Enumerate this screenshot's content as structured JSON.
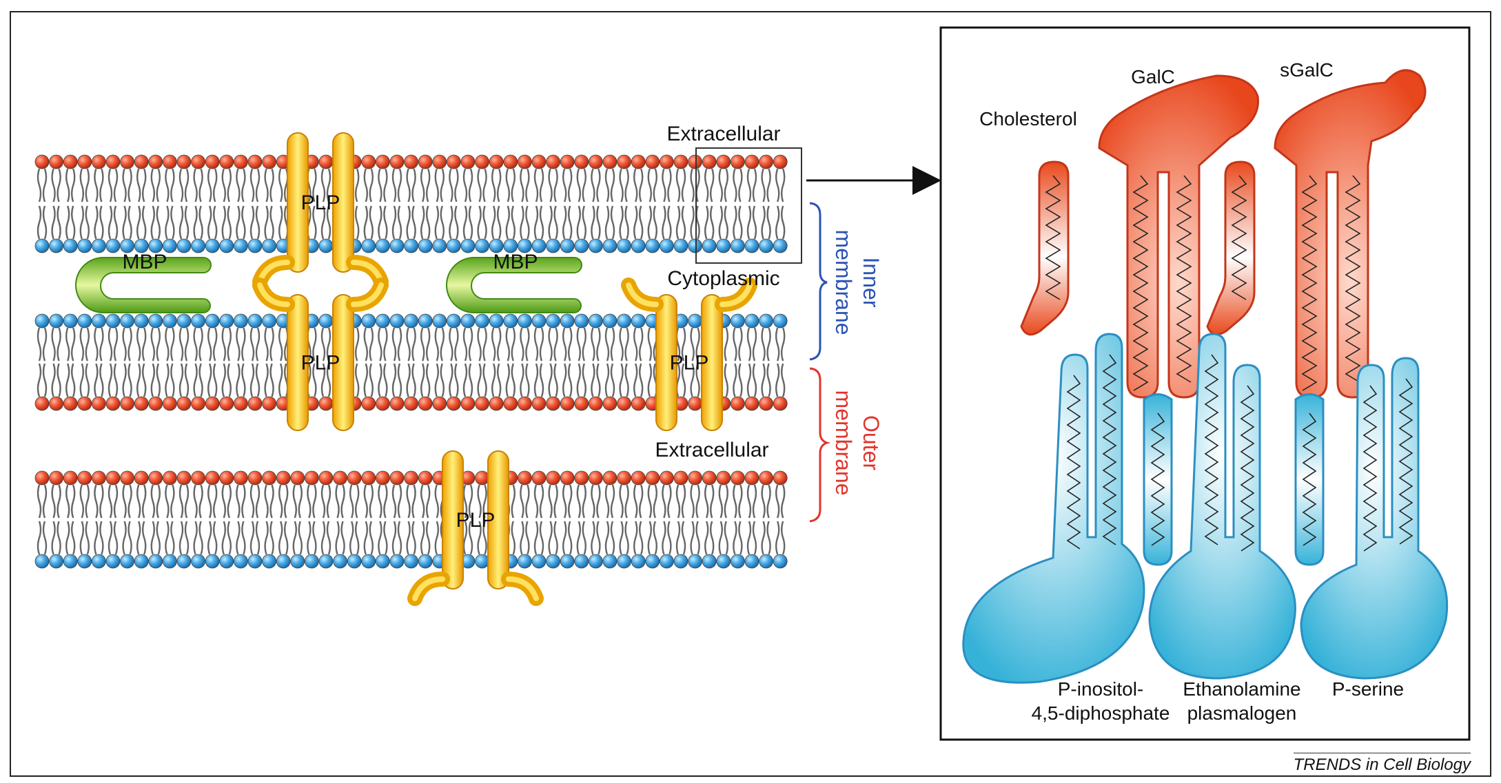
{
  "left_panel": {
    "extracellular_top": "Extracellular",
    "cytoplasmic": "Cytoplasmic",
    "extracellular_bottom": "Extracellular",
    "inner_membrane": [
      "Inner",
      "membrane"
    ],
    "outer_membrane": [
      "Outer",
      "membrane"
    ],
    "protein_mbp": "MBP",
    "protein_plp": "PLP"
  },
  "right_panel": {
    "lipids_top": [
      "Cholesterol",
      "GalC",
      "sGalC"
    ],
    "lipids_bottom": [
      [
        "P-inositol-",
        "4,5-diphosphate"
      ],
      [
        "Ethanolamine",
        "plasmalogen"
      ],
      [
        "P-serine"
      ]
    ]
  },
  "credit": "TRENDS in Cell Biology",
  "colors": {
    "head_outer": "#e24a2e",
    "head_inner": "#3a9fe0",
    "plp": "#f5b800",
    "mbp": "#7cc62a",
    "inner_bracket": "#2b53b5",
    "outer_bracket": "#e0352b",
    "red_lipid": "#e8461c",
    "blue_lipid": "#39b3d8"
  }
}
